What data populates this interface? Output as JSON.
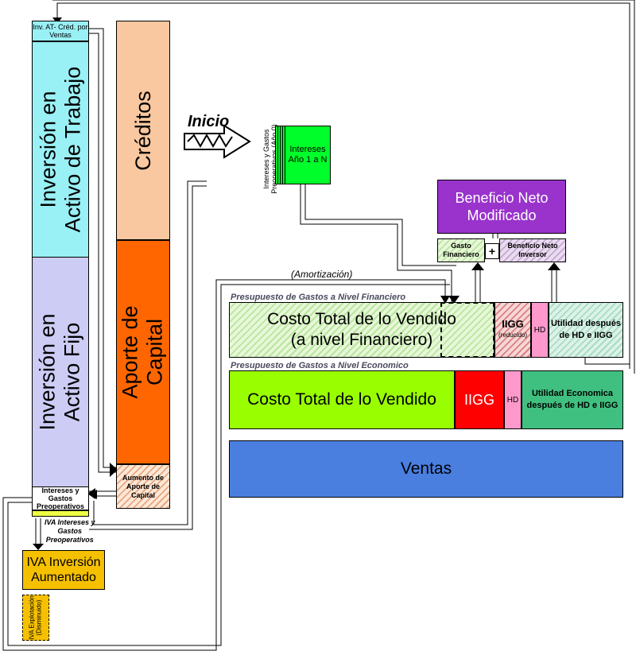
{
  "inicio": "Inicio",
  "left_column": {
    "inv_at_credito": "Inv. AT- Créd. por Ventas",
    "activo_trabajo": [
      "Inversión en",
      "Activo de Trabajo"
    ],
    "activo_fijo": [
      "Inversión en",
      "Activo Fijo"
    ],
    "intereses_gastos": "Intereses y Gastos Preoperativos",
    "iva_intereses": [
      "IVA Intereses y",
      "Gastos",
      "Preoperativos"
    ]
  },
  "iva_inversion": [
    "IVA Inversión",
    "Aumentado"
  ],
  "iva_explotacion": [
    "IVA Explotación",
    "(Disminuido)"
  ],
  "middle_column": {
    "creditos": "Créditos",
    "aporte_capital": [
      "Aporte de",
      "Capital"
    ],
    "aumento_aporte": [
      "Aumento de",
      "Aporte de",
      "Capital"
    ]
  },
  "intereses_preop_vertical": [
    "Intereses y Gastos",
    "Preoperativos (Año 0)"
  ],
  "intereses_anio": [
    "Intereses",
    "Año 1 a N"
  ],
  "beneficio_neto": [
    "Beneficio Neto",
    "Modificado"
  ],
  "gasto_financiero": [
    "Gasto",
    "Financiero"
  ],
  "plus": "+",
  "beneficio_inversor": [
    "Beneficio Neto",
    "Inversor"
  ],
  "amortizacion": "(Amortización)",
  "presupuesto_financiero": "Presupuesto de Gastos a Nivel Financiero",
  "presupuesto_economico": "Presupuesto de Gastos a Nivel Economico",
  "financiero_row": {
    "costo": [
      "Costo Total de lo Vendido",
      "(a nivel Financiero)"
    ],
    "iigg": "IIGG",
    "iigg_sub": "(reducido)",
    "hd": "HD",
    "utilidad": [
      "Utilidad después",
      "de HD e IIGG"
    ]
  },
  "economico_row": {
    "costo": "Costo Total de lo Vendido",
    "iigg": "IIGG",
    "hd": "HD",
    "utilidad": [
      "Utilidad Economica",
      "después de HD e IIGG"
    ]
  },
  "ventas": "Ventas",
  "colors": {
    "cyan": "#99f0f5",
    "lavender": "#ccccf5",
    "peach": "#f9c8a0",
    "orange": "#ff6600",
    "yellow": "#f5c000",
    "green": "#00ff2a",
    "purple": "#9933cc",
    "lime": "#99ff00",
    "red": "#ff0000",
    "pink": "#ff99cc",
    "teal": "#40c080",
    "blue": "#4a7fe0"
  }
}
